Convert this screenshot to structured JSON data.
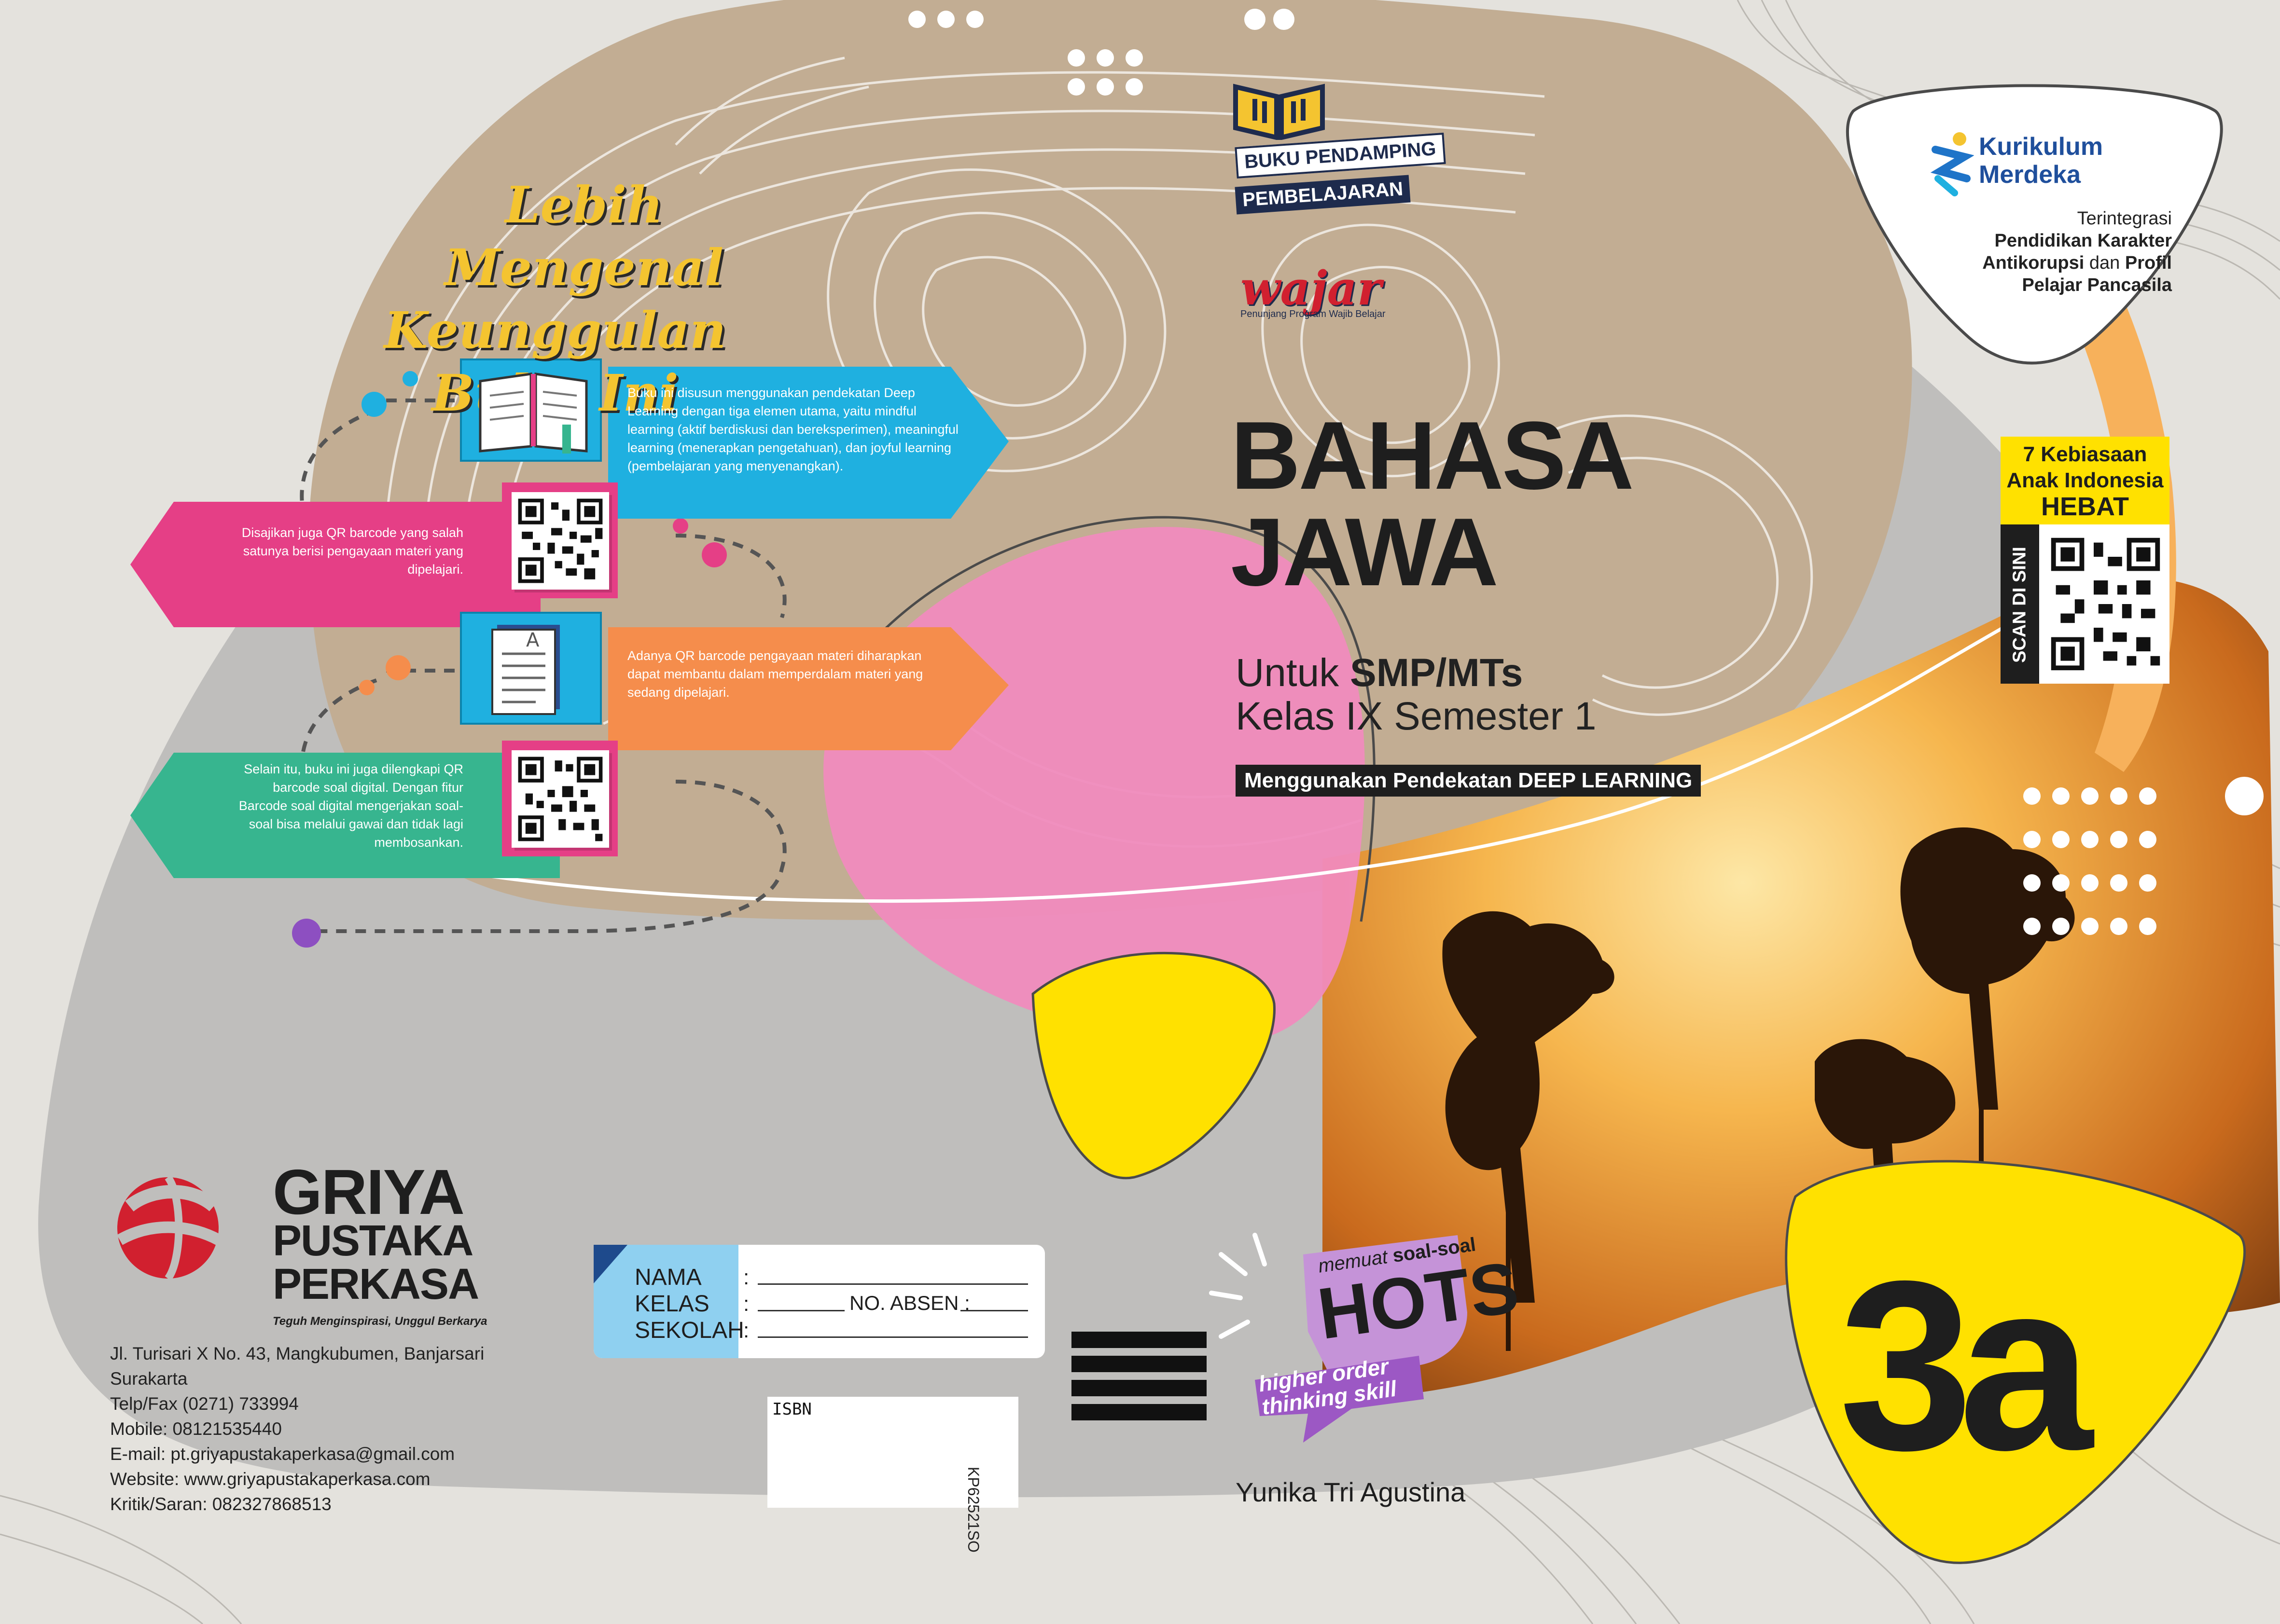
{
  "features_heading": {
    "line1": "Lebih Mengenal",
    "line2": "Keunggulan Buku Ini"
  },
  "features": [
    {
      "text": "Buku ini disusun menggunakan pendekatan Deep Learning dengan tiga elemen utama, yaitu mindful learning (aktif berdiskusi dan bereksperimen), meaningful learning (menerapkan pengetahuan), dan joyful learning (pembelajaran yang menyenangkan).",
      "color": "#1fb0e0",
      "icon": "open-book-icon"
    },
    {
      "text": "Disajikan juga QR barcode yang salah satunya berisi pengayaan materi yang dipelajari.",
      "color": "#e53f86",
      "icon": "qr-code-icon"
    },
    {
      "text": "Adanya QR barcode pengayaan materi diharapkan dapat membantu dalam memperdalam materi yang sedang dipelajari.",
      "color": "#f58d4c",
      "icon": "document-icon"
    },
    {
      "text": "Selain itu, buku ini juga dilengkapi QR barcode soal digital. Dengan fitur Barcode soal digital mengerjakan soal-soal bisa melalui gawai dan tidak lagi membosankan.",
      "color": "#37b58f",
      "icon": "qr-code-icon"
    }
  ],
  "series_badge": {
    "line1": "BUKU PENDAMPING",
    "line2": "PEMBELAJARAN"
  },
  "wajar": {
    "logo": "wajar",
    "tagline": "Penunjang Program Wajib Belajar"
  },
  "kurikulum": {
    "name_line1": "Kurikulum",
    "name_line2": "Merdeka",
    "integrated": "Terintegrasi",
    "line1": "Pendidikan Karakter",
    "line2_bold": "Antikorupsi",
    "line2_mid": " dan ",
    "line2_bold2": "Profil",
    "line3": "Pelajar Pancasila"
  },
  "book": {
    "title_line1": "BAHASA",
    "title_line2": "JAWA",
    "for_prefix": "Untuk ",
    "for_level": "SMP/MTs",
    "class_semester": "Kelas IX Semester 1",
    "approach": "Menggunakan Pendekatan DEEP LEARNING",
    "volume": "3a",
    "author": "Yunika Tri Agustina"
  },
  "habits": {
    "line1": "7 Kebiasaan",
    "line2": "Anak Indonesia",
    "line3": "HEBAT",
    "scan": "SCAN DI SINI"
  },
  "hots": {
    "prefix": "memuat",
    "prefix2": "soal-soal",
    "main": "HOTS",
    "sub1": "higher order",
    "sub2": "thinking skill"
  },
  "publisher": {
    "name1": "GRIYA",
    "name2": "PUSTAKA",
    "name3": "PERKASA",
    "tagline": "Teguh Menginspirasi, Unggul Berkarya",
    "address": "Jl. Turisari X No. 43, Mangkubumen, Banjarsari",
    "city": "Surakarta",
    "phone": "Telp/Fax (0271) 733994",
    "mobile": "Mobile: 08121535440",
    "email": "E-mail: pt.griyapustakaperkasa@gmail.com",
    "website": "Website: www.griyapustakaperkasa.com",
    "feedback": "Kritik/Saran: 082327868513"
  },
  "name_form": {
    "label_name": "NAMA",
    "label_class": "KELAS",
    "label_school": "SEKOLAH",
    "absen_label": "NO. ABSEN :"
  },
  "isbn_label": "ISBN",
  "product_code": "KP62521SO",
  "colors": {
    "brown": "#c2ad93",
    "grey": "#bfbebc",
    "pink": "#f08bbd",
    "yellow": "#ffe100",
    "gold": "#f4c430",
    "sunset": "#f0a94a"
  }
}
